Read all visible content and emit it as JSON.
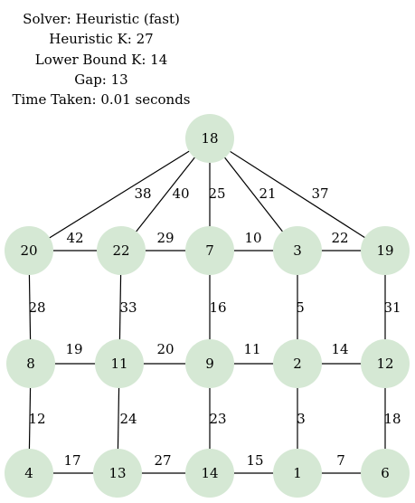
{
  "info": {
    "solver": "Solver: Heuristic (fast)",
    "heuristic_k": "Heuristic K: 27",
    "lower_bound_k": "Lower Bound K: 14",
    "gap": "Gap: 13",
    "time_taken": "Time Taken: 0.01 seconds"
  },
  "colors": {
    "node_fill": "#d5e8d4",
    "edge": "#000000",
    "text": "#000000"
  },
  "nodes": [
    {
      "id": "18",
      "label": "18"
    },
    {
      "id": "20",
      "label": "20"
    },
    {
      "id": "22",
      "label": "22"
    },
    {
      "id": "7",
      "label": "7"
    },
    {
      "id": "3",
      "label": "3"
    },
    {
      "id": "19",
      "label": "19"
    },
    {
      "id": "8",
      "label": "8"
    },
    {
      "id": "11",
      "label": "11"
    },
    {
      "id": "9",
      "label": "9"
    },
    {
      "id": "2",
      "label": "2"
    },
    {
      "id": "12",
      "label": "12"
    },
    {
      "id": "4",
      "label": "4"
    },
    {
      "id": "13",
      "label": "13"
    },
    {
      "id": "14",
      "label": "14"
    },
    {
      "id": "1",
      "label": "1"
    },
    {
      "id": "6",
      "label": "6"
    }
  ],
  "edges": [
    {
      "from": "18",
      "to": "20",
      "weight": "38"
    },
    {
      "from": "18",
      "to": "22",
      "weight": "40"
    },
    {
      "from": "18",
      "to": "7",
      "weight": "25"
    },
    {
      "from": "18",
      "to": "3",
      "weight": "21"
    },
    {
      "from": "18",
      "to": "19",
      "weight": "37"
    },
    {
      "from": "20",
      "to": "22",
      "weight": "42"
    },
    {
      "from": "22",
      "to": "7",
      "weight": "29"
    },
    {
      "from": "7",
      "to": "3",
      "weight": "10"
    },
    {
      "from": "3",
      "to": "19",
      "weight": "22"
    },
    {
      "from": "20",
      "to": "8",
      "weight": "28"
    },
    {
      "from": "22",
      "to": "11",
      "weight": "33"
    },
    {
      "from": "7",
      "to": "9",
      "weight": "16"
    },
    {
      "from": "3",
      "to": "2",
      "weight": "5"
    },
    {
      "from": "19",
      "to": "12",
      "weight": "31"
    },
    {
      "from": "8",
      "to": "11",
      "weight": "19"
    },
    {
      "from": "11",
      "to": "9",
      "weight": "20"
    },
    {
      "from": "9",
      "to": "2",
      "weight": "11"
    },
    {
      "from": "2",
      "to": "12",
      "weight": "14"
    },
    {
      "from": "8",
      "to": "4",
      "weight": "12"
    },
    {
      "from": "11",
      "to": "13",
      "weight": "24"
    },
    {
      "from": "9",
      "to": "14",
      "weight": "23"
    },
    {
      "from": "2",
      "to": "1",
      "weight": "3"
    },
    {
      "from": "12",
      "to": "6",
      "weight": "18"
    },
    {
      "from": "4",
      "to": "13",
      "weight": "17"
    },
    {
      "from": "13",
      "to": "14",
      "weight": "27"
    },
    {
      "from": "14",
      "to": "1",
      "weight": "15"
    },
    {
      "from": "1",
      "to": "6",
      "weight": "7"
    }
  ]
}
